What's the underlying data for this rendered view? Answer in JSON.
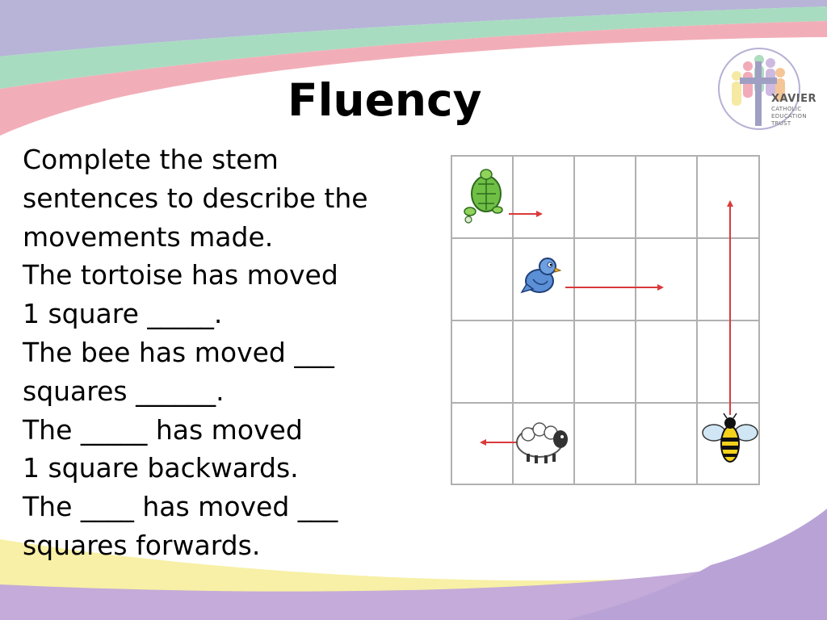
{
  "slide": {
    "title": "Fluency",
    "lines": [
      "Complete the stem",
      "sentences to describe the",
      "movements made.",
      "The tortoise has moved",
      "1 square _____.",
      "The bee has moved ___",
      "squares ______.",
      "The _____ has moved",
      "1 square backwards.",
      "The ____ has moved ___",
      "squares forwards."
    ]
  },
  "logo": {
    "name": "XAVIER",
    "sub_lines": [
      "CATHOLIC",
      "EDUCATION",
      "TRUST"
    ]
  },
  "grid": {
    "columns": 5,
    "rows": 4,
    "line_color": "#b0b0b0",
    "arrow_color": "#d93a3a",
    "animals": [
      {
        "name": "tortoise",
        "row": 0,
        "col": 0,
        "direction": "forwards",
        "squares": 1
      },
      {
        "name": "bird",
        "row": 1,
        "col": 1,
        "direction": "forwards",
        "squares": 2
      },
      {
        "name": "sheep",
        "row": 3,
        "col": 1,
        "direction": "backwards",
        "squares": 1
      },
      {
        "name": "bee",
        "row": 3,
        "col": 4,
        "direction": "up",
        "squares": 3
      }
    ]
  },
  "colors": {
    "band_purple": "#b7b4d8",
    "band_green": "#a8dcc0",
    "band_pink": "#f2aeb8",
    "band_yellow": "#f7f0a6",
    "band_lilac": "#c4abd9"
  }
}
